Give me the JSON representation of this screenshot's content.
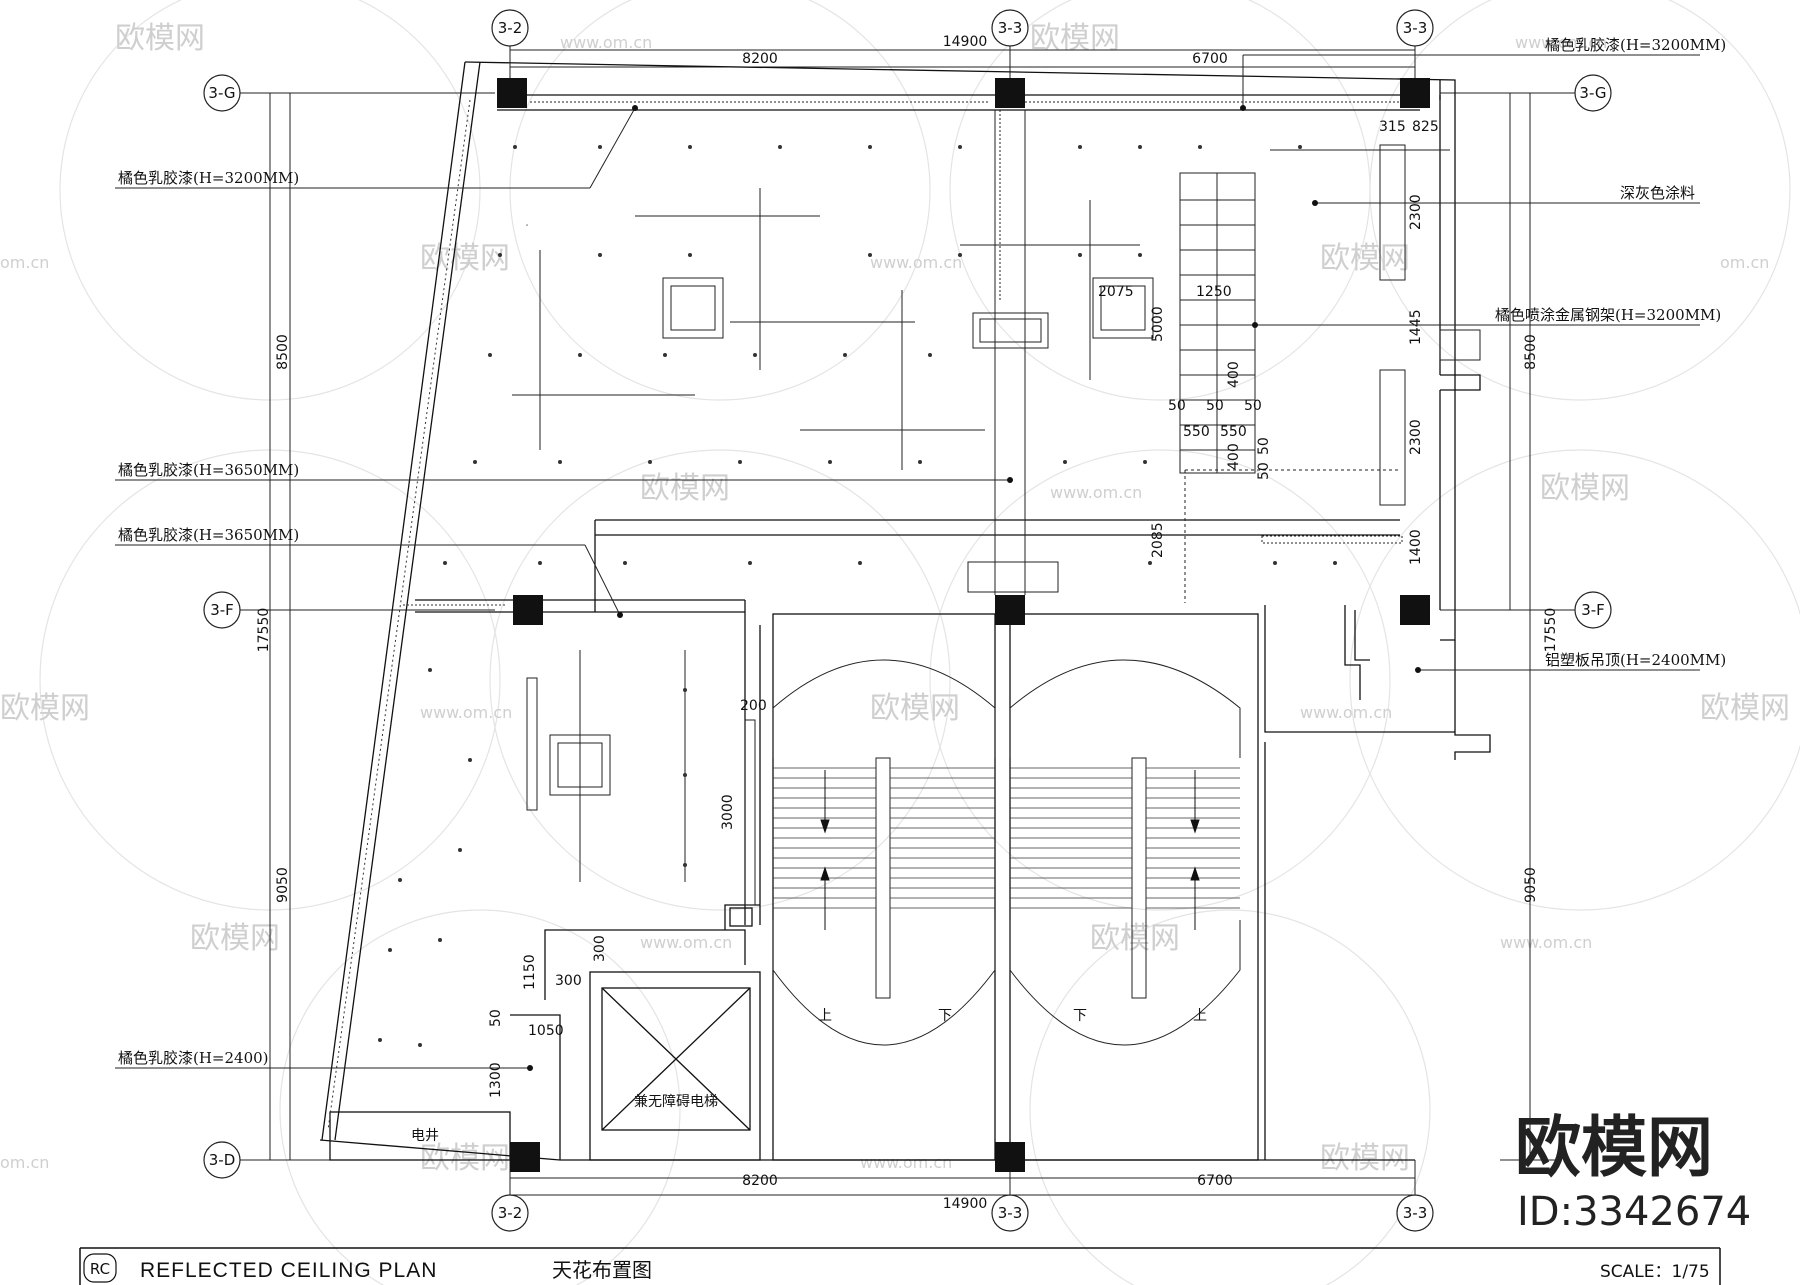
{
  "grid": {
    "top_bubbles": [
      "3-2",
      "3-3",
      "3-3"
    ],
    "bottom_bubbles": [
      "3-2",
      "3-3",
      "3-3"
    ],
    "left_bubbles": [
      "3-G",
      "3-F",
      "3-D"
    ],
    "right_bubbles": [
      "3-G",
      "3-F"
    ]
  },
  "dimensions": {
    "top_total": "14900",
    "top_left": "8200",
    "top_right": "6700",
    "bottom_total": "14900",
    "bottom_left": "8200",
    "bottom_right": "6700",
    "left_total": "17550",
    "left_upper": "8500",
    "left_lower": "9050",
    "right_total": "17550",
    "right_upper": "8500",
    "right_lower": "9050",
    "d315": "315",
    "d825": "825",
    "d2300a": "2300",
    "d1445": "1445",
    "d2300b": "2300",
    "d1400": "1400",
    "d2075": "2075",
    "d1250": "1250",
    "d5000": "5000",
    "d400a": "400",
    "d50a": "50",
    "d50b": "50",
    "d50c": "50",
    "d550a": "550",
    "d550b": "550",
    "d400b": "400",
    "d50d": "50",
    "d50e": "50",
    "d2085": "2085",
    "d200": "200",
    "d3000": "3000",
    "d300a": "300",
    "d1150": "1150",
    "d300b": "300",
    "d50f": "50",
    "d1050": "1050",
    "d1300": "1300"
  },
  "annotations": {
    "top_right": "橘色乳胶漆(H=3200MM)",
    "left_1": "橘色乳胶漆(H=3200MM)",
    "left_2": "橘色乳胶漆(H=3650MM)",
    "left_3": "橘色乳胶漆(H=3650MM)",
    "left_4": "橘色乳胶漆(H=2400)",
    "right_1": "深灰色涂料",
    "right_2": "橘色喷涂金属钢架(H=3200MM)",
    "right_3": "铝塑板吊顶(H=2400MM)"
  },
  "rooms": {
    "elevator": "兼无障碍电梯",
    "shaft": "电井",
    "stair_up_1": "上",
    "stair_down_1": "下",
    "stair_down_2": "下",
    "stair_up_2": "上"
  },
  "title_block": {
    "code": "RC",
    "title": "REFLECTED CEILING PLAN",
    "title_cn": "天花布置图",
    "scale": "SCALE：1/75"
  },
  "watermark": {
    "brand": "欧模网",
    "site": "www.om.cn",
    "site_short": "om.cn",
    "id": "ID:3342674"
  }
}
